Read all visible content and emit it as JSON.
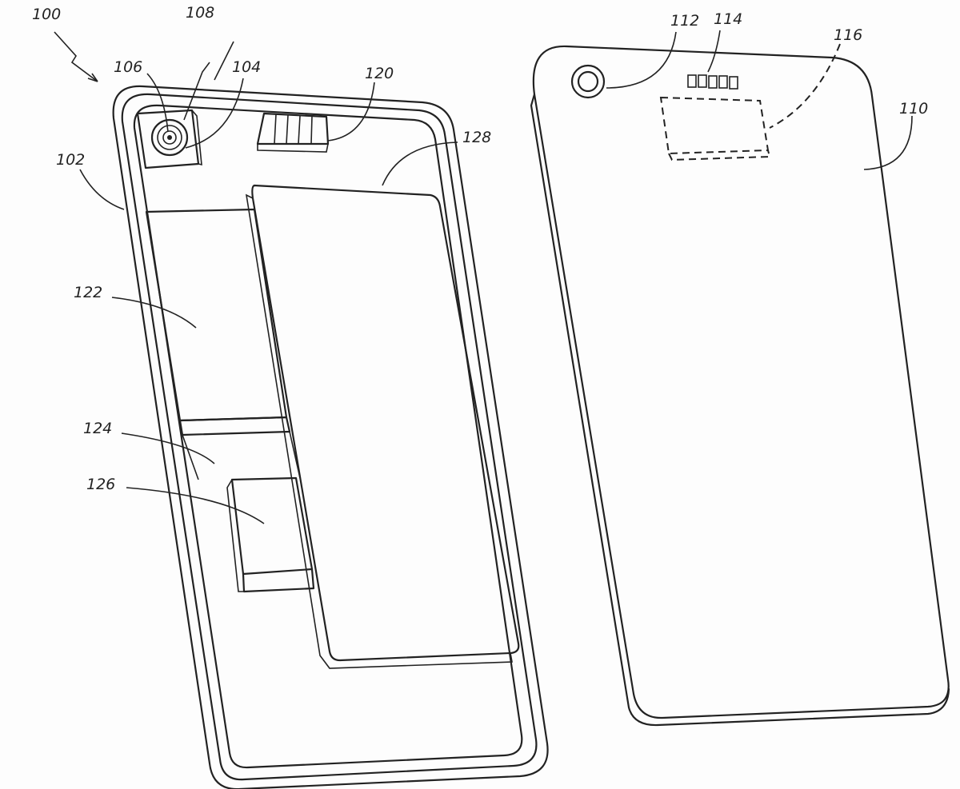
{
  "figure": {
    "labels": {
      "device": "100",
      "housing": "102",
      "lens": "104",
      "camera": "106",
      "axis": "108",
      "back_cover": "110",
      "cover_aperture": "112",
      "cover_contacts": "114",
      "cover_component": "116",
      "connector": "120",
      "component_122": "122",
      "component_124": "124",
      "component_126": "126",
      "battery": "128"
    }
  }
}
